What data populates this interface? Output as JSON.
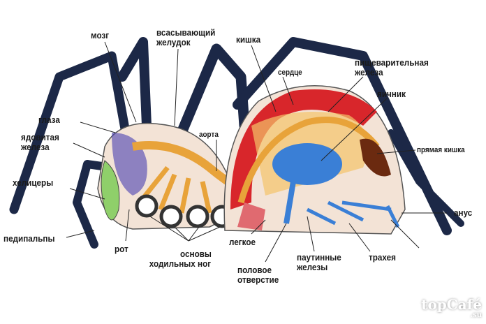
{
  "title": "Строение паука",
  "labels": {
    "brain": "мозг",
    "stomach": "всасывающий\nжелудок",
    "stomach_1": "всасывающий",
    "stomach_2": "желудок",
    "intestine": "кишка",
    "heart": "сердце",
    "digestive_1": "пищеварительная",
    "digestive_2": "железа",
    "ovary": "яичник",
    "eyes": "глаза",
    "venom_1": "ядовитая",
    "venom_2": "железа",
    "rectum": "прямая кишка",
    "aorta": "аорта",
    "chelicerae": "хелицеры",
    "anus": "анус",
    "pedipalps": "педипальпы",
    "mouth": "рот",
    "legs_1": "основы",
    "legs_2": "ходильных ног",
    "lung": "легкое",
    "genital_1": "половое",
    "genital_2": "отверстие",
    "spinnerets_1": "паутинные",
    "spinnerets_2": "железы",
    "trachea": "трахея"
  },
  "watermark": {
    "main": "topCafé",
    "sub": ".su"
  },
  "colors": {
    "legs": "#1c2847",
    "body": "#f3e3d6",
    "gut": "#e8a33a",
    "red": "#d8262b",
    "blue": "#3a7fd6",
    "nerve": "#4a3fb0"
  }
}
